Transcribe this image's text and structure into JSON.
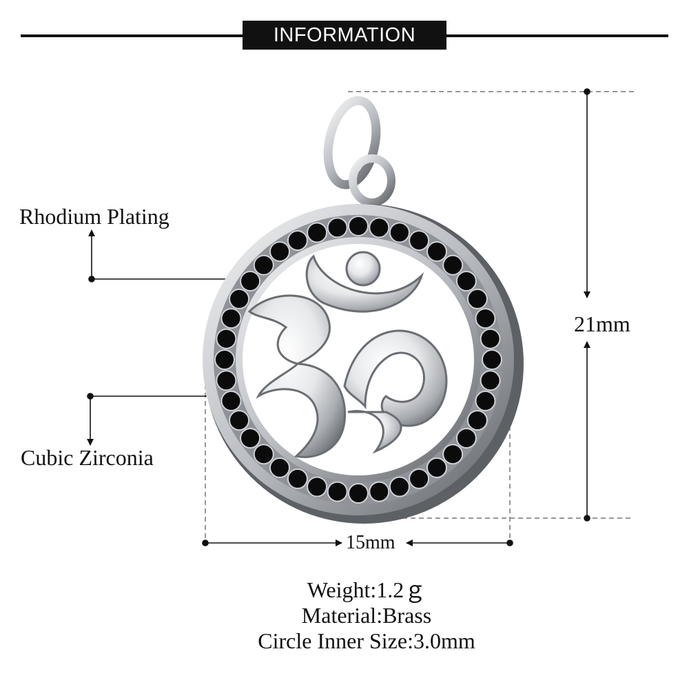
{
  "header": {
    "title": "INFORMATION"
  },
  "labels": {
    "plating": "Rhodium Plating",
    "stones": "Cubic Zirconia"
  },
  "dimensions": {
    "height": "21mm",
    "width": "15mm"
  },
  "specs": {
    "weight": "Weight:1.2ｇ",
    "material": "Material:Brass",
    "circle_inner": "Circle Inner Size:3.0mm"
  },
  "colors": {
    "ink": "#111111",
    "metal": "#c8cbd0",
    "stone": "#0b0b0b",
    "background": "#ffffff"
  },
  "product": {
    "symbol": "om-pendant",
    "stone_count": 40
  }
}
